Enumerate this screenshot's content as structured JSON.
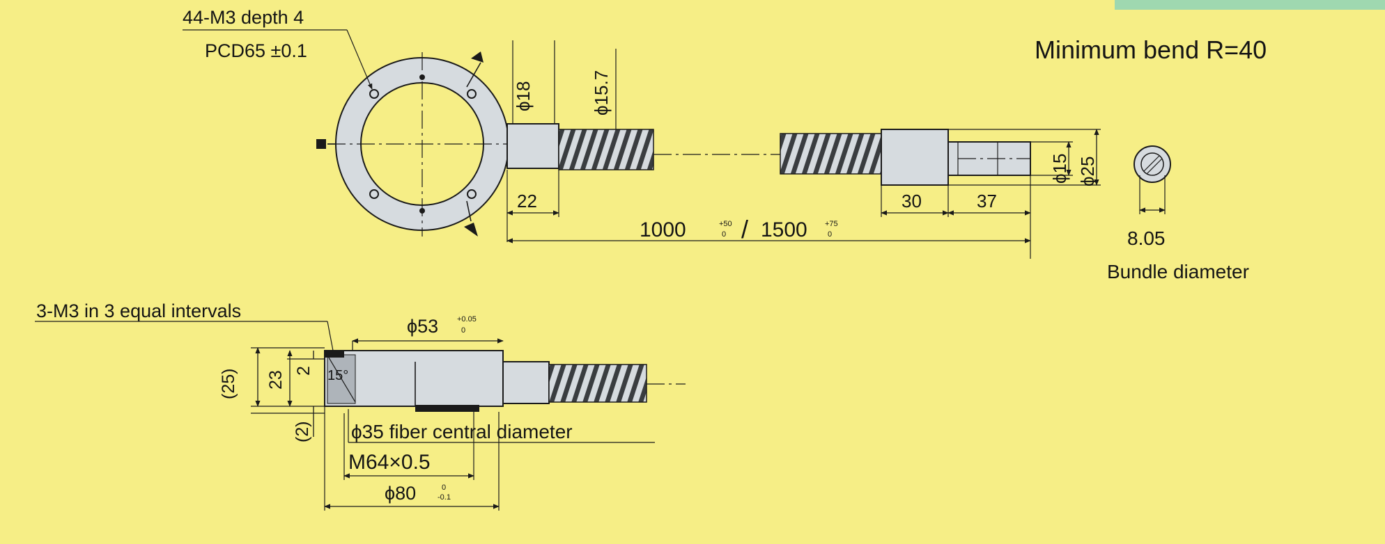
{
  "colors": {
    "background": "#f6ee86",
    "part_fill": "#d6dbdf",
    "line": "#1a1a1a",
    "edge_strip": "#9fd8b0"
  },
  "notes": {
    "min_bend": "Minimum bend R=40"
  },
  "top_view": {
    "tap_label": "44-M3 depth 4",
    "pcd_label": "PCD65 ±0.1",
    "neck_dia": "ϕ18",
    "thread_dia": "ϕ15.7",
    "neck_len": "22",
    "length_main": "1000",
    "length_tol1_upper": "+50",
    "length_tol1_lower": "0",
    "length_sep": "/",
    "length_alt": "1500",
    "length_tol2_upper": "+75",
    "length_tol2_lower": "0",
    "ferrule_len": "30",
    "tip_len": "37",
    "tip_dia": "ϕ15",
    "ferrule_dia": "ϕ25"
  },
  "bundle": {
    "diameter_value": "8.05",
    "diameter_label": "Bundle diameter"
  },
  "side_view": {
    "tap_note": "3-M3 in 3 equal intervals",
    "bore_dia": "ϕ53",
    "bore_tol_upper": "+0.05",
    "bore_tol_lower": "0",
    "total_height": "(25)",
    "body_height": "23",
    "step_height": "2",
    "bottom_gap": "(2)",
    "angle": "15°",
    "fiber_note": "ϕ35 fiber central diameter",
    "thread": "M64×0.5",
    "outer_dia": "ϕ80",
    "outer_tol_upper": "0",
    "outer_tol_lower": "-0.1"
  }
}
